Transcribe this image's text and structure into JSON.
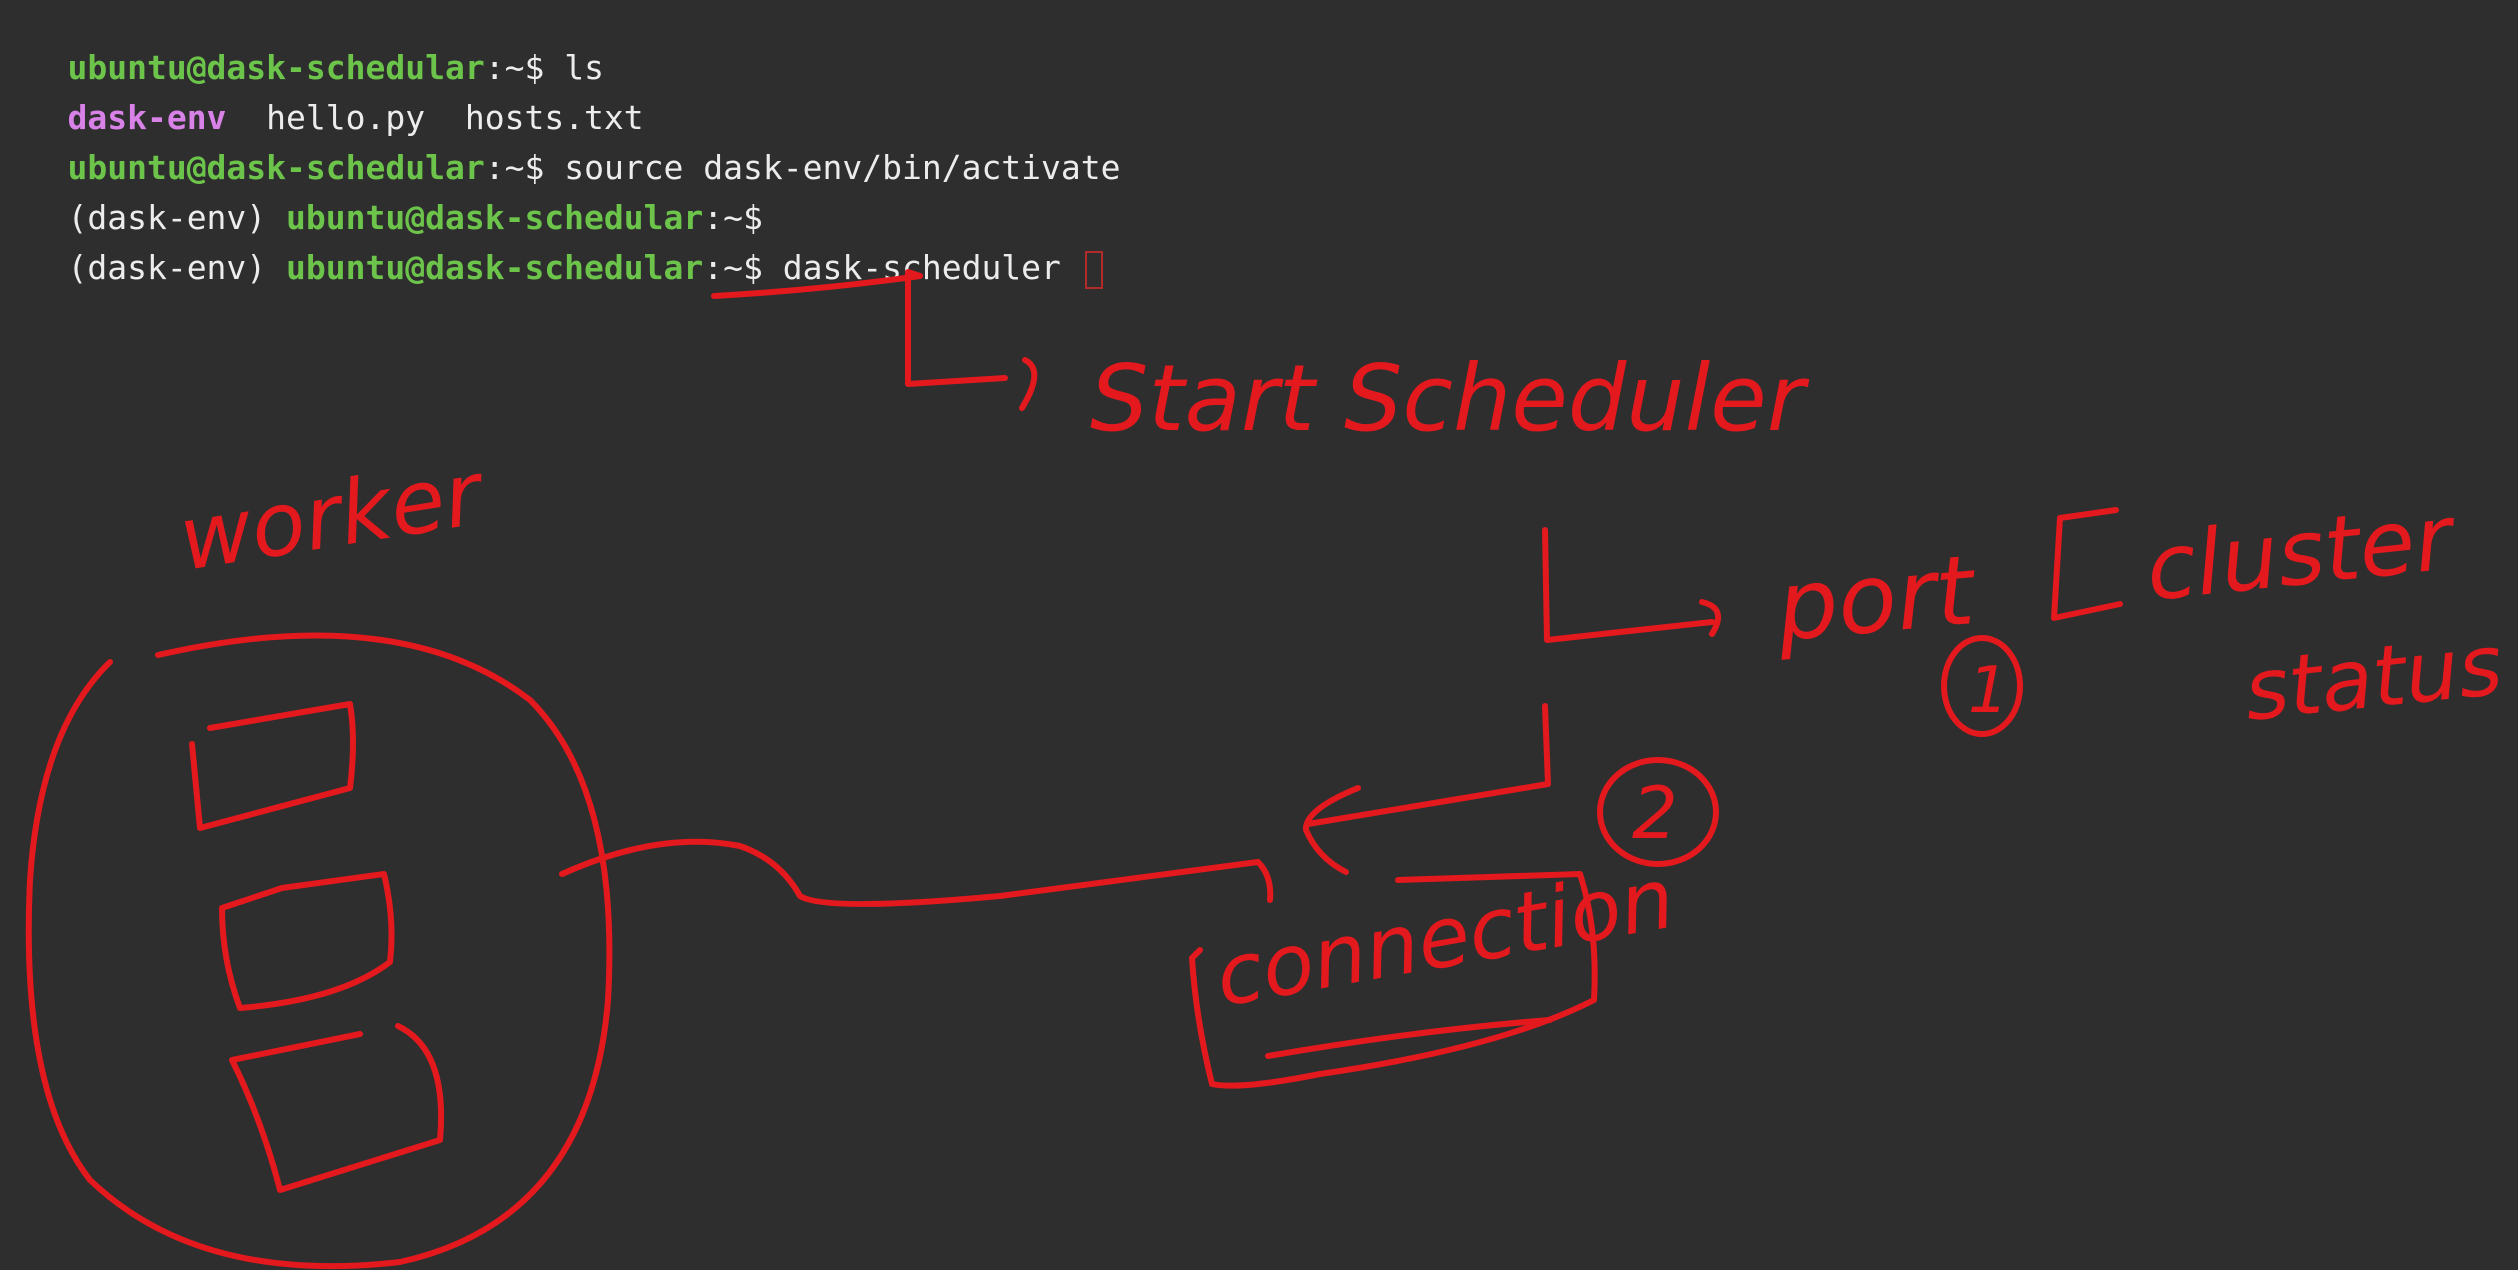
{
  "terminal": {
    "lines": [
      {
        "user_host": "ubuntu@dask-schedular",
        "path": ":~",
        "prompt": "$ ",
        "command": "ls"
      },
      {
        "dir_item": "dask-env",
        "files": "  hello.py  hosts.txt"
      },
      {
        "user_host": "ubuntu@dask-schedular",
        "path": ":~",
        "prompt": "$ ",
        "command": "source dask-env/bin/activate"
      },
      {
        "env": "(dask-env) ",
        "user_host": "ubuntu@dask-schedular",
        "path": ":~",
        "prompt": "$",
        "command": ""
      },
      {
        "env": "(dask-env) ",
        "user_host": "ubuntu@dask-schedular",
        "path": ":~",
        "prompt": "$ ",
        "command": "dask-scheduler "
      }
    ]
  },
  "annotations": {
    "start_scheduler": "Start  Scheduler",
    "worker": "worker",
    "port": "port",
    "cluster_status_line1": "cluster",
    "cluster_status_line2": "status",
    "circle_1": "1",
    "circle_2": "2",
    "connection": "connection",
    "ink_color": "#e3191e"
  },
  "colors": {
    "background": "#2e2e2e",
    "prompt_green": "#6cc54a",
    "dir_magenta": "#d882e8",
    "text": "#ececec"
  }
}
